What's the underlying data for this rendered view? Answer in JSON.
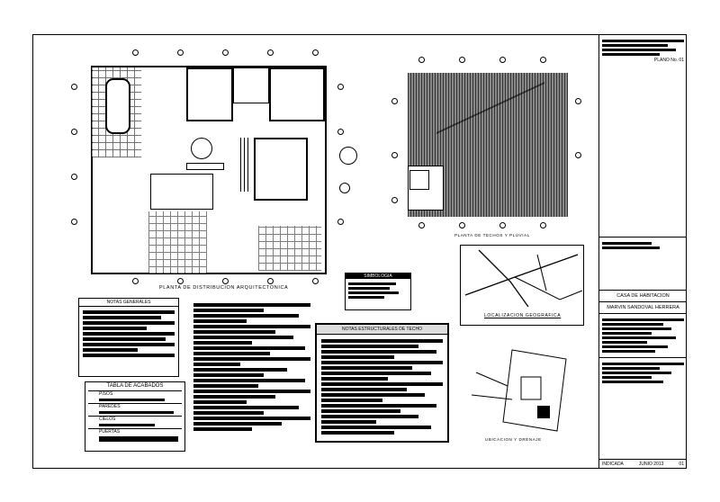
{
  "plans": {
    "floor_plan_title": "PLANTA DE DISTRIBUCION ARQUITECTONICA",
    "roof_plan_title": "PLANTA DE TECHOS Y PLUVIAL",
    "location_title": "LOCALIZACION GEOGRAFICA",
    "site_title": "UBICACION Y DRENAJE"
  },
  "notes": {
    "general_title": "NOTAS GENERALES",
    "roof_title": "NOTAS ESTRUCTURALES DE TECHO",
    "finishes_title": "TABLA DE ACABADOS",
    "finishes_rows": [
      "PISOS",
      "PAREDES",
      "CIELOS",
      "PUERTAS"
    ],
    "symbols_title": "SIMBOLOGIA"
  },
  "titleblock": {
    "header_note": "PLANO No. 01",
    "project_label": "CASA DE HABITACION",
    "owner_label": "MARVIN SANDOVAL HERRERA",
    "sheet_code": "01",
    "date_text": "JUNIO 2013",
    "scale_text": "INDICADA"
  },
  "colors": {
    "ink": "#000000",
    "paper": "#ffffff",
    "hatch": "#888888"
  }
}
